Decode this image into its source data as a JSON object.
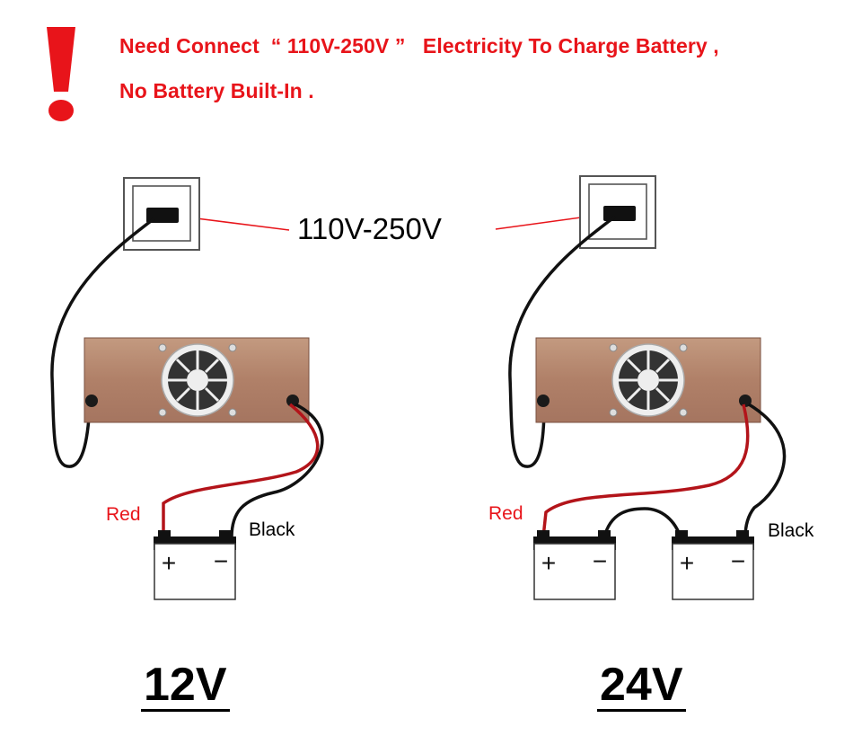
{
  "notice": {
    "line1": "Need Connect  “ 110V-250V ”   Electricity To Charge Battery ,",
    "line2": "No Battery Built-In .",
    "color": "#e8141a",
    "icon": "exclamation-icon"
  },
  "voltage_label": "110V-250V",
  "wire_labels": {
    "red": "Red",
    "black": "Black"
  },
  "battery_terminals": {
    "positive": "+",
    "negative": "−"
  },
  "systems": [
    {
      "label": "12V",
      "batteries": 1
    },
    {
      "label": "24V",
      "batteries": 2
    }
  ],
  "colors": {
    "red_wire": "#b3141a",
    "black_wire": "#000000",
    "charger_body": "#b8866b"
  }
}
